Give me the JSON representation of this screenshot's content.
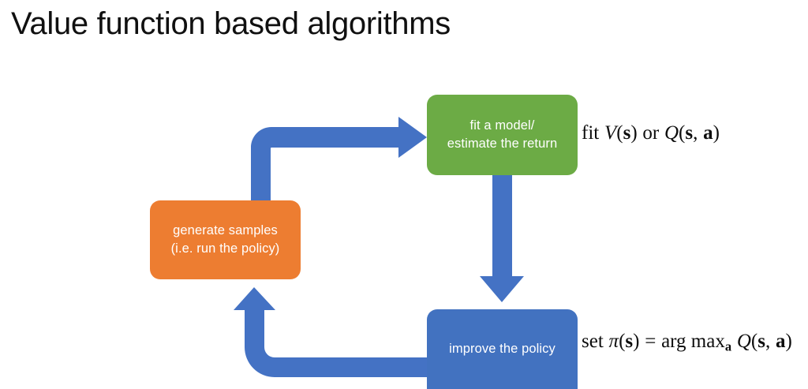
{
  "slide": {
    "title": "Value function based algorithms",
    "background_color": "#ffffff",
    "title_color": "#101010"
  },
  "colors": {
    "green": "#6cab45",
    "orange": "#ed7d31",
    "blue": "#4272c0",
    "arrow_blue": "#4472c4",
    "text_on_box": "#ffffff",
    "math_text": "#0d0d0d"
  },
  "diagram": {
    "type": "cycle-flowchart",
    "nodes": [
      {
        "id": "fit-model",
        "label_line1": "fit a model/",
        "label_line2": "estimate the return",
        "color": "#6cab45"
      },
      {
        "id": "generate-samples",
        "label_line1": "generate samples",
        "label_line2": "(i.e. run the policy)",
        "color": "#ed7d31"
      },
      {
        "id": "improve-policy",
        "label_line1": "improve the policy",
        "label_line2": "",
        "color": "#4272c0"
      }
    ],
    "edges": [
      {
        "id": "samples-to-fit",
        "from": "generate-samples",
        "to": "fit-model",
        "shape": "elbow-up-right",
        "color": "#4472c4"
      },
      {
        "id": "fit-to-improve",
        "from": "fit-model",
        "to": "improve-policy",
        "shape": "straight-down",
        "color": "#4472c4"
      },
      {
        "id": "improve-to-samples",
        "from": "improve-policy",
        "to": "generate-samples",
        "shape": "elbow-left-up",
        "color": "#4472c4"
      }
    ]
  },
  "annotations": {
    "fit": {
      "prefix": "fit",
      "v_symbol": "V",
      "open1": "(",
      "state1": "s",
      "close1": ")",
      "or": "or",
      "q_symbol": "Q",
      "open2": "(",
      "state2": "s",
      "comma": ",",
      "action2": "a",
      "close2": ")"
    },
    "set": {
      "prefix": "set",
      "pi_symbol": "π",
      "open1": "(",
      "state1": "s",
      "close1": ")",
      "equals": "=",
      "argmax": "arg max",
      "argmax_sub": "a",
      "q_symbol": "Q",
      "open2": "(",
      "state2": "s",
      "comma": ",",
      "action2": "a",
      "close2": ")"
    }
  }
}
